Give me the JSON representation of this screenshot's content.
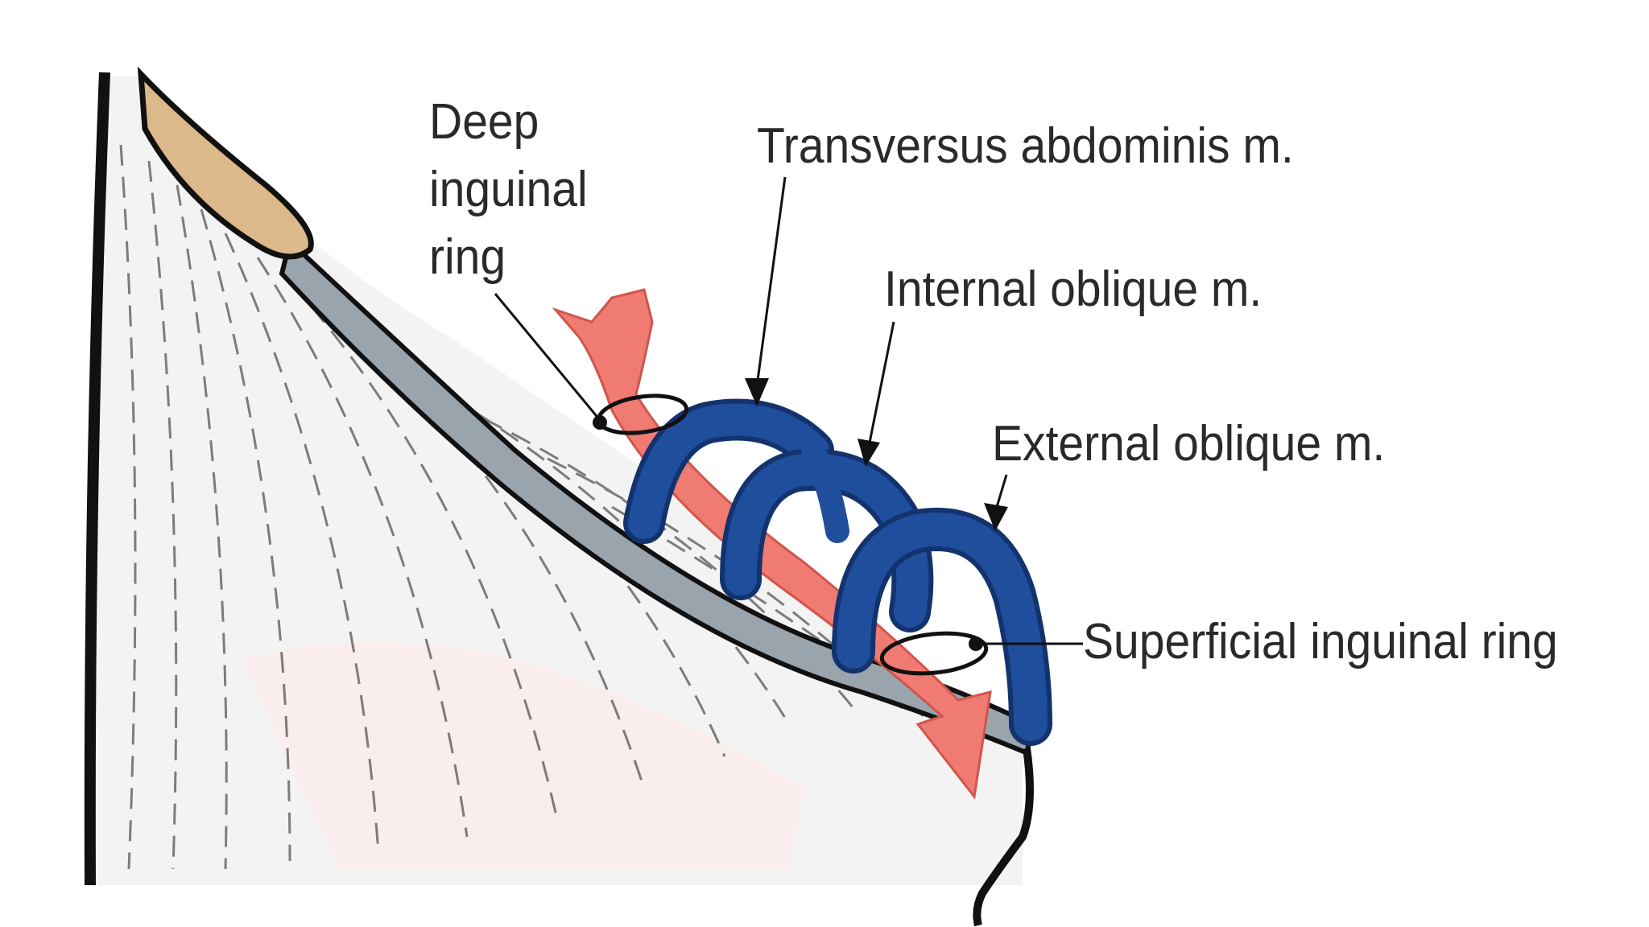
{
  "labels": {
    "deep_ring": [
      "Deep",
      "inguinal",
      "ring"
    ],
    "transversus": "Transversus abdominis m.",
    "internal_oblique": "Internal oblique m.",
    "external_oblique": "External oblique m.",
    "superficial_ring": "Superficial inguinal ring"
  },
  "colors": {
    "muscle_band": "#1f4e9c",
    "muscle_band_dark": "#13336e",
    "cord_arrow": "#f07b72",
    "ligament": "#9aa4ad",
    "bone": "#dcb98a",
    "outline": "#111111",
    "label_text": "#2a2a2a"
  }
}
